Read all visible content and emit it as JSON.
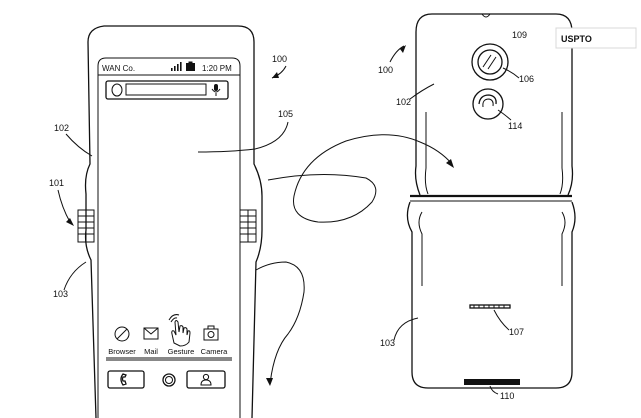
{
  "badge": "USPTO",
  "status_bar": {
    "carrier": "WAN Co.",
    "time": "1:20 PM"
  },
  "apps": [
    "Browser",
    "Mail",
    "Gesture",
    "Camera"
  ],
  "icons": {
    "search_bar": "search-field-icon",
    "mic": "microphone-icon",
    "signal": "signal-bars-icon",
    "battery": "battery-icon",
    "browser": "compass-icon",
    "mail": "envelope-icon",
    "gesture": "hand-pointer-icon",
    "camera": "camera-icon",
    "dock_phone": "phone-handset-icon",
    "dock_home": "home-ring-icon",
    "dock_contacts": "person-icon",
    "hinge": "hinge-icon",
    "rear_camera": "camera-lens-icon",
    "rear_sensor": "fingerprint-sensor-icon",
    "speaker": "speaker-grille-icon"
  },
  "refs": {
    "r100_front": "100",
    "r102_front": "102",
    "r101": "101",
    "r103_front": "103",
    "r105": "105",
    "r100_back": "100",
    "r109": "109",
    "r102_back": "102",
    "r106": "106",
    "r114": "114",
    "r103_back": "103",
    "r107": "107",
    "r110": "110"
  }
}
